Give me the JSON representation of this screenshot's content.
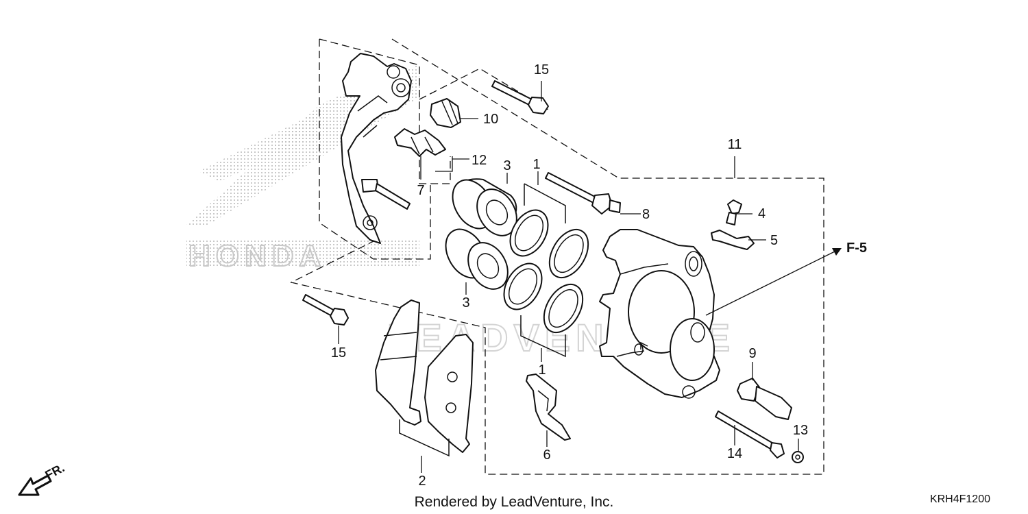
{
  "callouts": {
    "c1_top": "1",
    "c1_bottom": "1",
    "c2": "2",
    "c3_top": "3",
    "c3_bottom": "3",
    "c4": "4",
    "c5": "5",
    "c6": "6",
    "c7": "7",
    "c8": "8",
    "c9": "9",
    "c10": "10",
    "c11": "11",
    "c12": "12",
    "c13": "13",
    "c14": "14",
    "c15_top": "15",
    "c15_bottom": "15"
  },
  "reference": "F-5",
  "direction": "FR.",
  "footer": {
    "credit": "Rendered by LeadVenture, Inc.",
    "diagram_code": "KRH4F1200"
  },
  "watermark": "LEADVENTURE",
  "background_logo": "HONDA",
  "colors": {
    "line": "#111111",
    "watermark": "#d4d4d4",
    "dots": "#b8b8b8"
  },
  "icons": [
    "front-direction-arrow-icon",
    "honda-wing-logo-icon"
  ]
}
